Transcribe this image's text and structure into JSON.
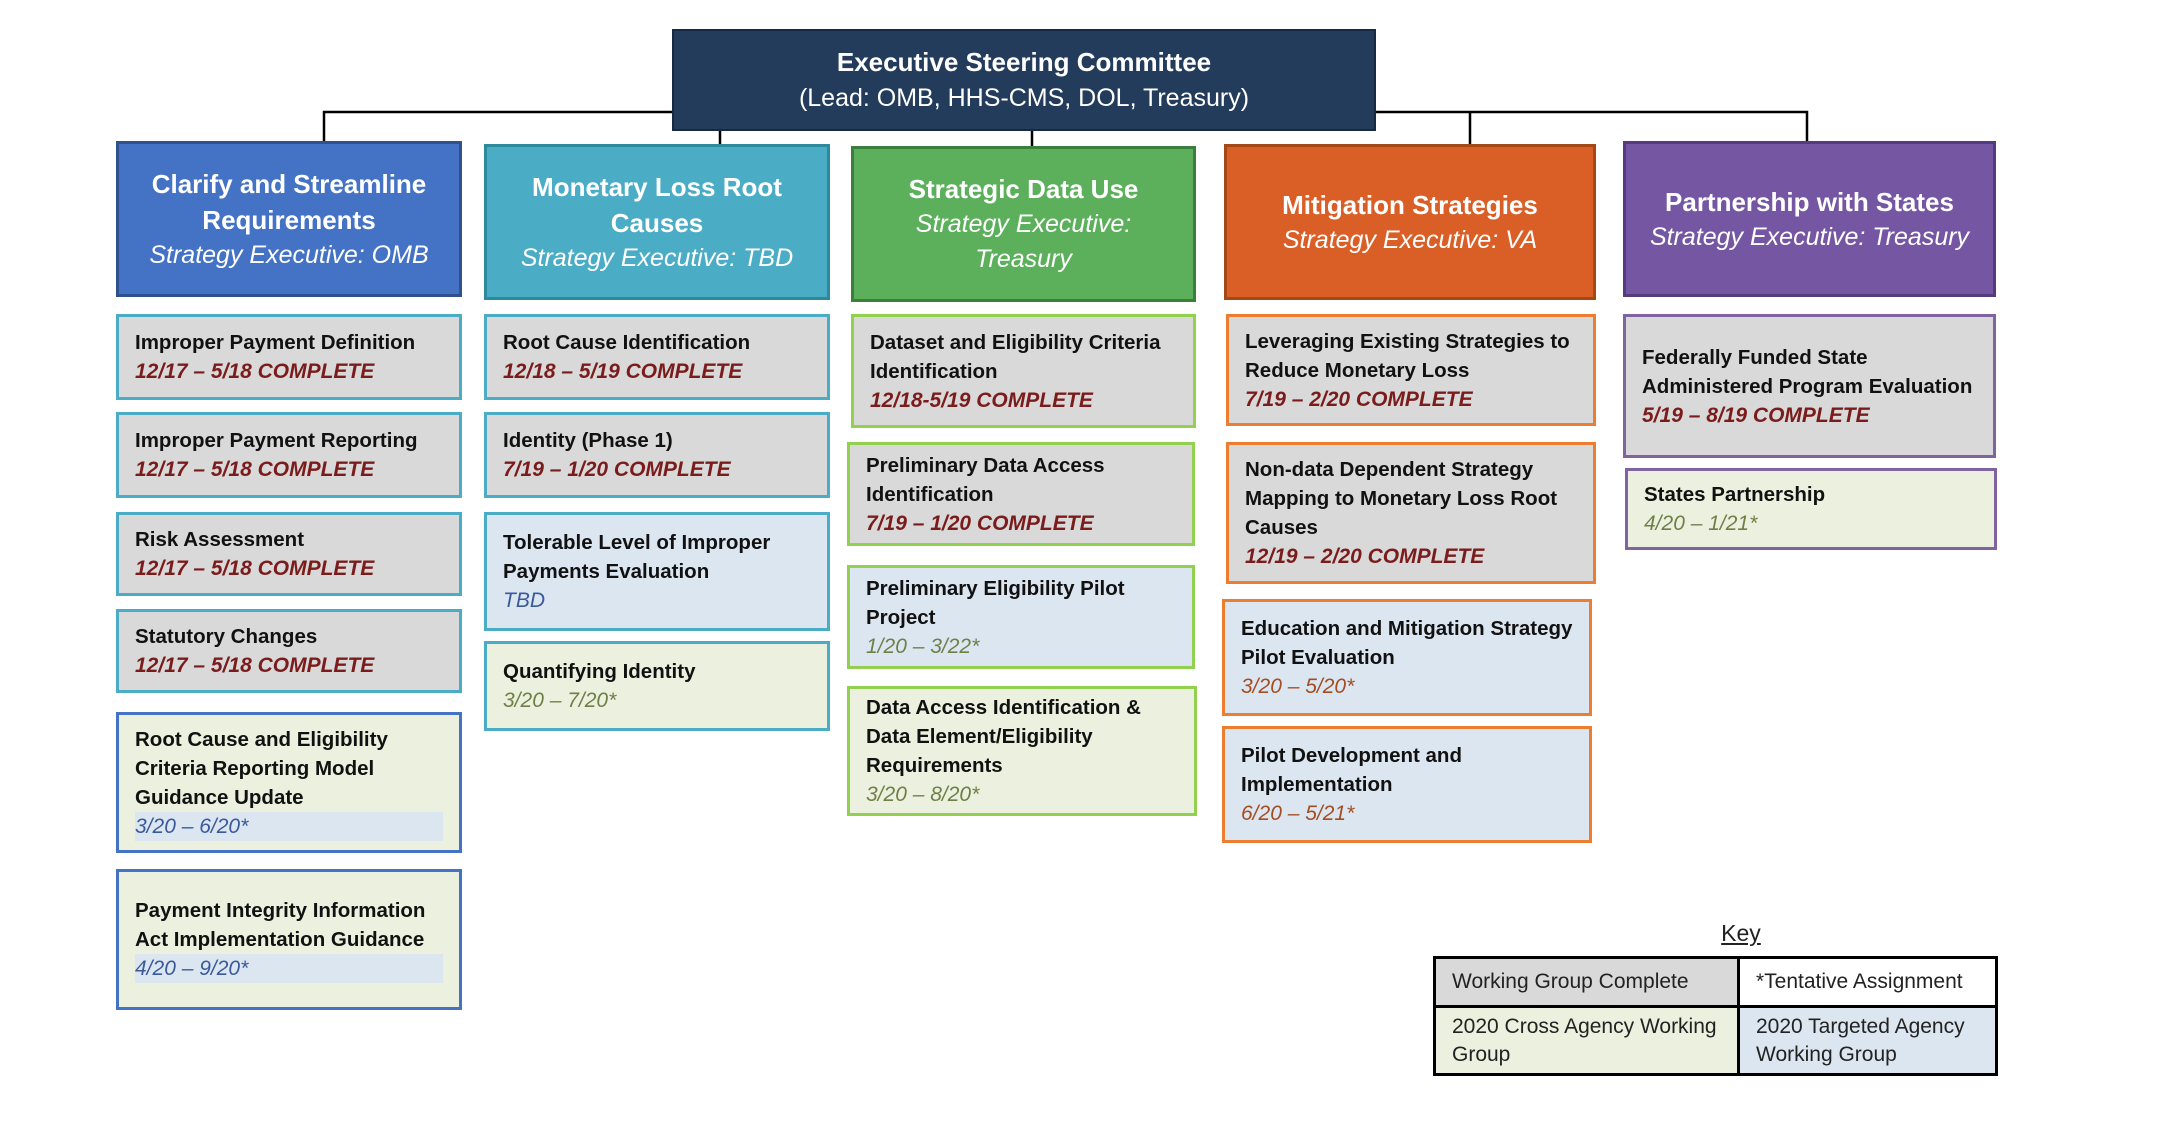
{
  "executive_committee": {
    "title": "Executive Steering Committee",
    "subtitle": "(Lead: OMB, HHS-CMS, DOL, Treasury)"
  },
  "colors": {
    "exec": "#243c5c",
    "clarify": "#4472c4",
    "monetary": "#4bacc6",
    "strategic": "#5cb05c",
    "mitigation": "#d95f27",
    "partnership": "#7556a3",
    "complete_fill": "#d9d9d9",
    "cross_agency_fill": "#ebf1de",
    "targeted_agency_fill": "#dce6f1"
  },
  "strategies": [
    {
      "name": "Clarify and Streamline Requirements",
      "executive": "Strategy Executive: OMB",
      "items": [
        {
          "title": "Improper Payment Definition",
          "date": "12/17 – 5/18 COMPLETE"
        },
        {
          "title": "Improper Payment Reporting",
          "date": "12/17 – 5/18 COMPLETE"
        },
        {
          "title": "Risk Assessment",
          "date": "12/17 – 5/18 COMPLETE"
        },
        {
          "title": "Statutory Changes",
          "date": "12/17 – 5/18 COMPLETE"
        },
        {
          "title": "Root Cause and Eligibility Criteria Reporting Model Guidance Update",
          "date": "3/20 – 6/20*"
        },
        {
          "title": "Payment Integrity Information Act Implementation Guidance",
          "date": "4/20 – 9/20*"
        }
      ]
    },
    {
      "name": "Monetary Loss Root Causes",
      "executive": "Strategy Executive: TBD",
      "items": [
        {
          "title": "Root Cause Identification",
          "date": "12/18 – 5/19 COMPLETE"
        },
        {
          "title": "Identity (Phase 1)",
          "date": "7/19 – 1/20 COMPLETE"
        },
        {
          "title": "Tolerable Level of Improper Payments Evaluation",
          "date": "TBD"
        },
        {
          "title": "Quantifying Identity",
          "date": "3/20 – 7/20*"
        }
      ]
    },
    {
      "name": "Strategic Data Use",
      "executive": "Strategy Executive: Treasury",
      "items": [
        {
          "title": "Dataset and Eligibility Criteria Identification",
          "date": "12/18-5/19 COMPLETE"
        },
        {
          "title": "Preliminary Data Access Identification",
          "date": "7/19 – 1/20 COMPLETE"
        },
        {
          "title": "Preliminary Eligibility Pilot Project",
          "date": "1/20 – 3/22*"
        },
        {
          "title": "Data Access Identification & Data Element/Eligibility Requirements",
          "date": "3/20 – 8/20*"
        }
      ]
    },
    {
      "name": "Mitigation Strategies",
      "executive": "Strategy Executive: VA",
      "items": [
        {
          "title": "Leveraging Existing Strategies to Reduce Monetary Loss",
          "date": "7/19 – 2/20 COMPLETE"
        },
        {
          "title": "Non-data Dependent Strategy Mapping to Monetary Loss Root Causes",
          "date": "12/19 – 2/20 COMPLETE"
        },
        {
          "title": "Education and Mitigation Strategy Pilot Evaluation",
          "date": "3/20 – 5/20*"
        },
        {
          "title": "Pilot Development and Implementation",
          "date": "6/20 – 5/21*"
        }
      ]
    },
    {
      "name": "Partnership with States",
      "executive": "Strategy Executive: Treasury",
      "items": [
        {
          "title": "Federally Funded State Administered Program Evaluation",
          "date": "5/19 – 8/19 COMPLETE"
        },
        {
          "title": "States Partnership",
          "date": "4/20 – 1/21*"
        }
      ]
    }
  ],
  "key": {
    "title": "Key",
    "complete": "Working Group Complete",
    "tentative": "*Tentative Assignment",
    "cross_agency": "2020 Cross Agency Working Group",
    "targeted_agency": "2020 Targeted Agency Working Group"
  }
}
